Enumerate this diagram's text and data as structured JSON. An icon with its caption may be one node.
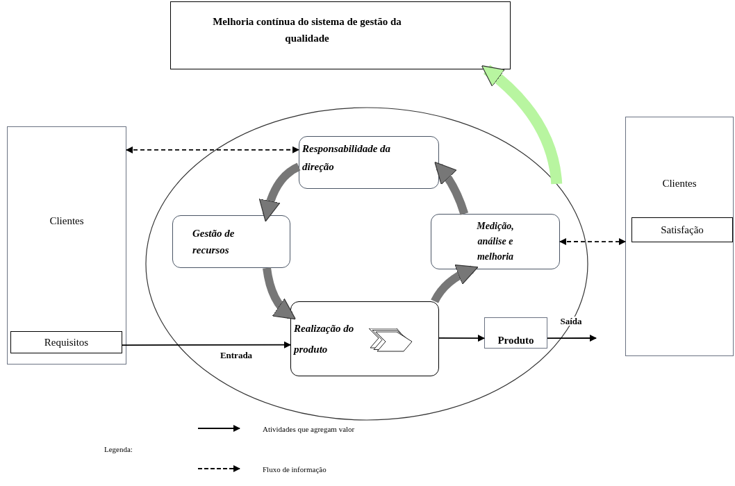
{
  "diagram": {
    "nodes": [
      {
        "text": [
          "Melhoria contínua do sistema de gestão da qualidade"
        ]
      },
      {
        "text": [
          "Clientes"
        ]
      },
      {
        "text": [
          "Requisitos"
        ],
        "in": 1
      },
      {
        "text": [],
        "shape": "ellipse"
      },
      {
        "text": [
          "Responsabilidade da direção"
        ],
        "in": 3
      },
      {
        "text": [
          "Gestão de recursos"
        ],
        "in": 3
      },
      {
        "text": [
          "Medição, análise e melhoria"
        ],
        "in": 3
      },
      {
        "text": [
          "Realização do produto"
        ],
        "in": 3
      },
      {
        "text": [
          "Produto"
        ],
        "in": 3
      },
      {
        "text": [
          "Clientes"
        ]
      },
      {
        "text": [
          "Satisfação"
        ],
        "in": 9
      }
    ],
    "edges": [
      {
        "from": 4,
        "to": 5,
        "arrow": "to",
        "style": "thick",
        "color": "#777777"
      },
      {
        "from": 5,
        "to": 7,
        "arrow": "to",
        "style": "thick",
        "color": "#777777"
      },
      {
        "from": 7,
        "to": 6,
        "arrow": "to",
        "style": "thick",
        "color": "#777777"
      },
      {
        "from": 6,
        "to": 4,
        "arrow": "to",
        "style": "thick",
        "color": "#777777"
      },
      {
        "from": 3,
        "to": 0,
        "arrow": "to",
        "style": "thick",
        "color": "#b8f5a0"
      },
      {
        "from": 1,
        "to": 4,
        "arrow": "both",
        "style": "dashed"
      },
      {
        "from": 6,
        "to": 9,
        "arrow": "both",
        "style": "dashed"
      },
      {
        "from": 2,
        "to": 7,
        "arrow": "to",
        "label": "Entrada"
      },
      {
        "from": 7,
        "to": 8,
        "arrow": "to"
      },
      {
        "from": 8,
        "to": null,
        "arrow": "to",
        "label": "Saída"
      }
    ],
    "labels": [
      "Legenda:"
    ],
    "legend": [
      {
        "text": "Atividades que agregam valor"
      },
      {
        "text": "Fluxo de informação"
      }
    ]
  }
}
